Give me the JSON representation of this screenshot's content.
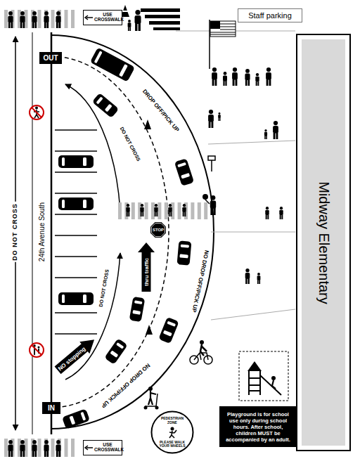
{
  "diagram": {
    "nodes": [
      {
        "text": [
          "Staff parking"
        ]
      },
      {
        "text": [
          "Midway Elementary"
        ]
      },
      {
        "text": [
          "OUT"
        ]
      },
      {
        "text": [
          "IN"
        ]
      },
      {
        "text": [
          "USE CROSSWALK"
        ]
      },
      {
        "text": [
          "USE CROSSWALK"
        ]
      },
      {
        "text": [
          "STOP"
        ]
      },
      {
        "text": [
          "thru traffic"
        ]
      },
      {
        "text": [
          "NO stopping"
        ]
      },
      {
        "text": [
          "Playground is for school use only during school hours. After school, children MUST be accompanied by an adult."
        ]
      },
      {
        "text": [
          "PEDESTRIAN ZONE",
          "PLEASE WALK YOUR WHEELS"
        ]
      }
    ],
    "labels": [
      "DO NOT CROSS",
      "24th Avenue South",
      "DROP OFF/PICK UP",
      "DO NOT CROSS",
      "DO NOT CROSS",
      "NO DROP OFF/PICK UP",
      "NO DROP OFF/PICK UP"
    ]
  }
}
